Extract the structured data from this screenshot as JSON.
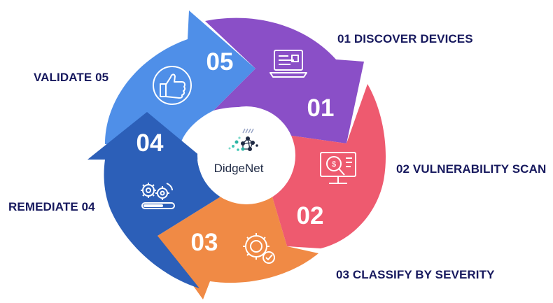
{
  "steps": [
    {
      "number": "01",
      "label": "01 DISCOVER DEVICES",
      "icon": "laptop-icon",
      "color": "#8a4fc7"
    },
    {
      "number": "02",
      "label": "02 VULNERABILITY SCAN",
      "icon": "monitor-scan-icon",
      "color": "#ee5a6f"
    },
    {
      "number": "03",
      "label": "03 CLASSIFY BY SEVERITY",
      "icon": "gear-check-icon",
      "color": "#f08a45"
    },
    {
      "number": "04",
      "label": "REMEDIATE 04",
      "icon": "gears-progress-icon",
      "color": "#2c5fb8"
    },
    {
      "number": "05",
      "label": "VALIDATE 05",
      "icon": "thumbs-up-icon",
      "color": "#4f8fe8"
    }
  ],
  "center": {
    "brand": "DidgeNet",
    "logo": "didgenet-logo"
  },
  "colors": {
    "label_text": "#17195e",
    "background": "#ffffff"
  }
}
